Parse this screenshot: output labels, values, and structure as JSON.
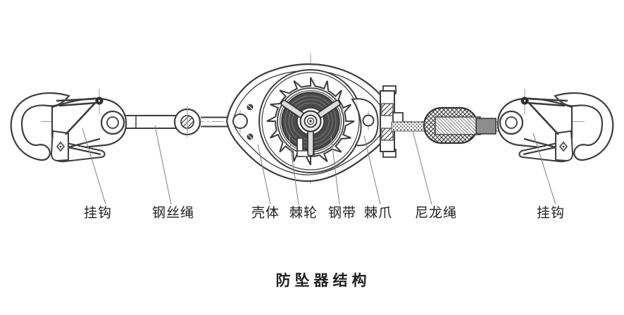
{
  "diagram": {
    "caption": "防坠器结构",
    "labels": [
      {
        "part": "hook-left",
        "text": "挂钩"
      },
      {
        "part": "wire-rope",
        "text": "钢丝绳"
      },
      {
        "part": "housing",
        "text": "壳体"
      },
      {
        "part": "ratchet-wheel",
        "text": "棘轮"
      },
      {
        "part": "steel-band",
        "text": "钢带"
      },
      {
        "part": "pawl",
        "text": "棘爪"
      },
      {
        "part": "nylon-rope",
        "text": "尼龙绳"
      },
      {
        "part": "hook-right",
        "text": "挂钩"
      }
    ],
    "colors": {
      "background": "#ffffff",
      "line": "#3d3d3d",
      "leader": "#8a8a8a",
      "text": "#1e1e1e"
    }
  }
}
